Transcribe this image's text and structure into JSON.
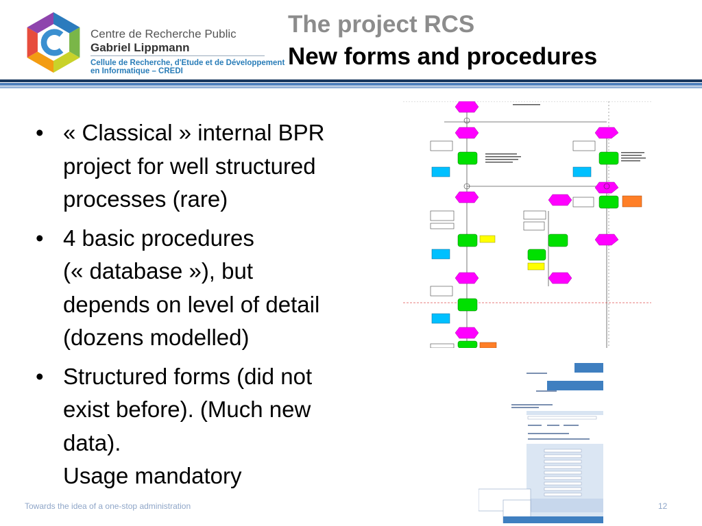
{
  "header": {
    "org_line1": "Centre de Recherche Public",
    "org_line2": "Gabriel Lippmann",
    "org_line3": "Cellule de Recherche, d'Etude et de Développement",
    "org_line4": "en Informatique – CREDI",
    "title": "The project RCS",
    "subtitle": "New forms and procedures"
  },
  "bullets": [
    {
      "lines": [
        "« Classical » internal BPR",
        "project for well structured",
        "processes (rare)"
      ]
    },
    {
      "lines": [
        "4 basic procedures",
        "(« database »), but",
        "depends on level of detail",
        "(dozens modelled)"
      ]
    },
    {
      "lines": [
        "Structured forms (did not",
        "exist before). (Much new",
        "data).",
        "Usage mandatory"
      ]
    }
  ],
  "footer": {
    "text": "Towards the idea of a one-stop administration",
    "page": "12"
  },
  "colors": {
    "accent_dark": "#17365d",
    "accent": "#4f81bd",
    "event_magenta": "#ff00ff",
    "function_green": "#00e000",
    "system_cyan": "#00c0ff",
    "output_yellow": "#ffff00",
    "orange": "#ff7f27"
  }
}
